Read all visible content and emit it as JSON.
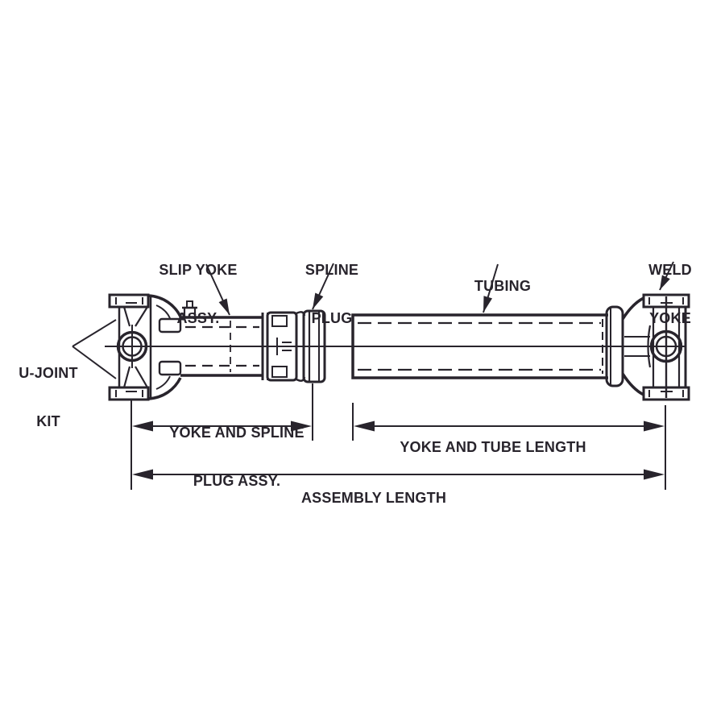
{
  "figure": {
    "type": "technical-line-diagram",
    "colors": {
      "ink": "#28242c",
      "background": "#ffffff"
    }
  },
  "callouts": {
    "u_joint_kit": [
      "U-JOINT",
      "KIT"
    ],
    "slip_yoke_assy": [
      "SLIP YOKE",
      "ASSY."
    ],
    "spline_plug": [
      "SPLINE",
      "PLUG"
    ],
    "tubing": [
      "TUBING"
    ],
    "weld_yoke": [
      "WELD",
      "YOKE"
    ]
  },
  "dimensions": {
    "yoke_and_spline_plug_assy": [
      "YOKE AND SPLINE",
      "PLUG ASSY."
    ],
    "yoke_and_tube_length": [
      "YOKE AND TUBE LENGTH"
    ],
    "assembly_length": [
      "ASSEMBLY LENGTH"
    ]
  }
}
